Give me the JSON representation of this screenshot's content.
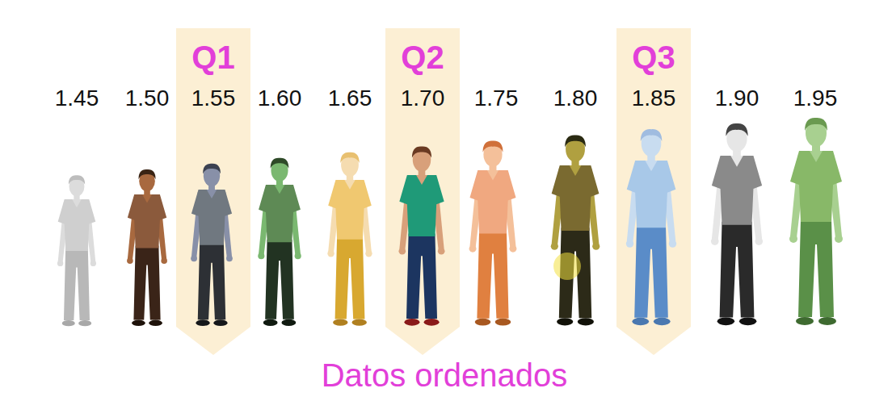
{
  "diagram": {
    "caption": "Datos ordenados",
    "nodes": [
      {
        "text": [
          "Q1",
          "1.55"
        ]
      },
      {
        "text": [
          "Q2",
          "1.70"
        ]
      },
      {
        "text": [
          "Q3",
          "1.85"
        ]
      }
    ],
    "labels": [
      "1.45",
      "1.50",
      "1.60",
      "1.65",
      "1.75",
      "1.80",
      "1.90",
      "1.95"
    ]
  }
}
